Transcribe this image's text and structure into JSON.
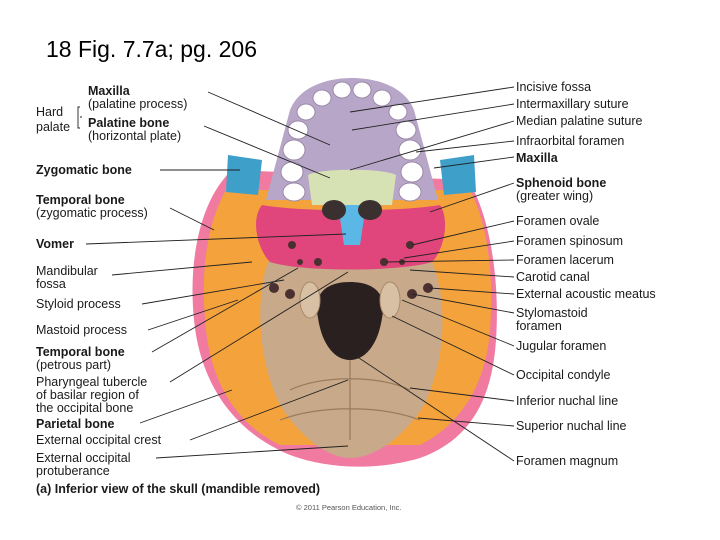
{
  "title": "18 Fig. 7.7a; pg. 206",
  "figure": {
    "caption": "(a) Inferior view of the skull (mandible removed)",
    "copyright": "© 2011 Pearson Education, Inc.",
    "group_label_line1": "Hard",
    "group_label_line2": "palate",
    "left_labels": {
      "maxilla": "Maxilla",
      "maxilla_sub": "(palatine process)",
      "palatine": "Palatine bone",
      "palatine_sub": "(horizontal plate)",
      "zygomatic": "Zygomatic bone",
      "temporal_zyg": "Temporal bone",
      "temporal_zyg_sub": "(zygomatic process)",
      "vomer": "Vomer",
      "mandibular_1": "Mandibular",
      "mandibular_2": "fossa",
      "styloid": "Styloid process",
      "mastoid": "Mastoid process",
      "temporal_pet": "Temporal bone",
      "temporal_pet_sub": "(petrous part)",
      "pharyngeal_1": "Pharyngeal tubercle",
      "pharyngeal_2": "of basilar region of",
      "pharyngeal_3": "the occipital bone",
      "parietal": "Parietal bone",
      "ext_occ_crest": "External occipital crest",
      "ext_occ_prot_1": "External occipital",
      "ext_occ_prot_2": "protuberance"
    },
    "right_labels": {
      "incisive": "Incisive fossa",
      "intermaxillary": "Intermaxillary suture",
      "median_palatine": "Median palatine suture",
      "infraorbital": "Infraorbital foramen",
      "maxilla": "Maxilla",
      "sphenoid": "Sphenoid bone",
      "sphenoid_sub": "(greater wing)",
      "ovale": "Foramen ovale",
      "spinosum": "Foramen spinosum",
      "lacerum": "Foramen lacerum",
      "carotid": "Carotid canal",
      "ext_acoustic": "External acoustic meatus",
      "stylomastoid_1": "Stylomastoid",
      "stylomastoid_2": "foramen",
      "jugular": "Jugular foramen",
      "occ_condyle": "Occipital condyle",
      "inf_nuchal": "Inferior nuchal line",
      "sup_nuchal": "Superior nuchal line",
      "magnum": "Foramen magnum"
    },
    "colors": {
      "maxilla": "#b8a6c8",
      "palatine": "#d7e2b4",
      "zygomatic": "#3e9fc9",
      "sphenoid": "#e0457b",
      "temporal": "#f4a23c",
      "parietal": "#f07aa0",
      "occipital": "#c8a98a",
      "vomer": "#5bb8e6",
      "teeth": "#ffffff"
    }
  }
}
